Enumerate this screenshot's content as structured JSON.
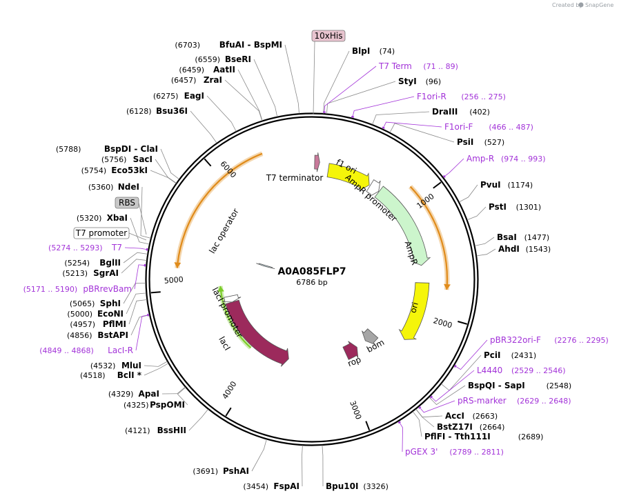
{
  "credit": {
    "text": "Created by",
    "brand": "SnapGene"
  },
  "plasmid": {
    "name": "A0A085FLP7",
    "size_text": "6786 bp",
    "length": 6786
  },
  "ticks": [
    {
      "bp": 1000,
      "label": "1000"
    },
    {
      "bp": 2000,
      "label": "2000"
    },
    {
      "bp": 3000,
      "label": "3000"
    },
    {
      "bp": 4000,
      "label": "4000"
    },
    {
      "bp": 5000,
      "label": "5000"
    },
    {
      "bp": 6000,
      "label": "6000"
    }
  ],
  "right_sites": [
    {
      "name": "BlpI",
      "pos": "(74)",
      "bp": 74
    },
    {
      "name": "StyI",
      "pos": "(96)",
      "bp": 96
    },
    {
      "name": "DraIII",
      "pos": "(402)",
      "bp": 402
    },
    {
      "name": "PsiI",
      "pos": "(527)",
      "bp": 527
    },
    {
      "name": "PvuI",
      "pos": "(1174)",
      "bp": 1174
    },
    {
      "name": "PstI",
      "pos": "(1301)",
      "bp": 1301
    },
    {
      "name": "BsaI",
      "pos": "(1477)",
      "bp": 1477
    },
    {
      "name": "AhdI",
      "pos": "(1543)",
      "bp": 1543
    },
    {
      "name": "PciI",
      "pos": "(2431)",
      "bp": 2431
    },
    {
      "name": "BspQI  -  SapI",
      "pos": "(2548)",
      "bp": 2548
    },
    {
      "name": "AccI",
      "pos": "(2663)",
      "bp": 2663
    },
    {
      "name": "BstZ17I",
      "pos": "(2664)",
      "bp": 2664
    },
    {
      "name": "PflFI  -  Tth111I",
      "pos": "(2689)",
      "bp": 2689
    },
    {
      "name": "Bpu10I",
      "pos": "(3326)",
      "bp": 3326
    }
  ],
  "left_sites": [
    {
      "name": "FspAI",
      "pos": "(3454)",
      "bp": 3454
    },
    {
      "name": "PshAI",
      "pos": "(3691)",
      "bp": 3691
    },
    {
      "name": "BssHII",
      "pos": "(4121)",
      "bp": 4121
    },
    {
      "name": "PspOMI",
      "pos": "(4325)",
      "bp": 4325
    },
    {
      "name": "ApaI",
      "pos": "(4329)",
      "bp": 4329
    },
    {
      "name": "BclI *",
      "pos": "(4518)",
      "bp": 4518
    },
    {
      "name": "MluI",
      "pos": "(4532)",
      "bp": 4532
    },
    {
      "name": "BstAPI",
      "pos": "(4856)",
      "bp": 4856
    },
    {
      "name": "PflMI",
      "pos": "(4957)",
      "bp": 4957
    },
    {
      "name": "EcoNI",
      "pos": "(5000)",
      "bp": 5000
    },
    {
      "name": "SphI",
      "pos": "(5065)",
      "bp": 5065
    },
    {
      "name": "SgrAI",
      "pos": "(5213)",
      "bp": 5213
    },
    {
      "name": "BglII",
      "pos": "(5254)",
      "bp": 5254
    },
    {
      "name": "XbaI",
      "pos": "(5320)",
      "bp": 5320
    },
    {
      "name": "NdeI",
      "pos": "(5360)",
      "bp": 5360
    },
    {
      "name": "Eco53kI",
      "pos": "(5754)",
      "bp": 5754
    },
    {
      "name": "SacI",
      "pos": "(5756)",
      "bp": 5756
    },
    {
      "name": "BspDI  -  ClaI",
      "pos": "(5788)",
      "bp": 5788
    },
    {
      "name": "Bsu36I",
      "pos": "(6128)",
      "bp": 6128
    },
    {
      "name": "EagI",
      "pos": "(6275)",
      "bp": 6275
    },
    {
      "name": "ZraI",
      "pos": "(6457)",
      "bp": 6457
    },
    {
      "name": "AatII",
      "pos": "(6459)",
      "bp": 6459
    },
    {
      "name": "BseRI",
      "pos": "(6559)",
      "bp": 6559
    },
    {
      "name": "BfuAI  -  BspMI",
      "pos": "(6703)",
      "bp": 6703
    }
  ],
  "primers_right": [
    {
      "name": "T7 Term",
      "pos": "(71 .. 89)",
      "bp": 80
    },
    {
      "name": "F1ori-R",
      "pos": "(256 .. 275)",
      "bp": 265
    },
    {
      "name": "F1ori-F",
      "pos": "(466 .. 487)",
      "bp": 476
    },
    {
      "name": "Amp-R",
      "pos": "(974 .. 993)",
      "bp": 983
    },
    {
      "name": "pBR322ori-F",
      "pos": "(2276 .. 2295)",
      "bp": 2285
    },
    {
      "name": "L4440",
      "pos": "(2529 .. 2546)",
      "bp": 2537
    },
    {
      "name": "pRS-marker",
      "pos": "(2629 .. 2648)",
      "bp": 2638
    },
    {
      "name": "pGEX 3'",
      "pos": "(2789 .. 2811)",
      "bp": 2800
    }
  ],
  "primers_left": [
    {
      "name": "T7",
      "pos": "(5274 .. 5293)",
      "bp": 5283
    },
    {
      "name": "pBRrevBam",
      "pos": "(5171 .. 5190)",
      "bp": 5180
    },
    {
      "name": "LacI-R",
      "pos": "(4849 .. 4868)",
      "bp": 4858
    }
  ],
  "tags": [
    {
      "name": "10xHis",
      "style": "his"
    },
    {
      "name": "RBS",
      "style": "rbs"
    },
    {
      "name": "T7 promoter",
      "style": "t7p"
    }
  ],
  "features": [
    {
      "name": "T7 terminator",
      "start": 25,
      "end": 72,
      "color": "#c8799a"
    },
    {
      "name": "f1 ori",
      "start": 160,
      "end": 590,
      "color": "#f5f50a"
    },
    {
      "name": "AmpR promoter",
      "start": 600,
      "end": 700,
      "color": "#ffffff"
    },
    {
      "name": "AmpR",
      "start": 705,
      "end": 1560,
      "color": "#ccf5cc"
    },
    {
      "name": "ori",
      "start": 1730,
      "end": 2320,
      "color": "#f5f50a"
    },
    {
      "name": "bom",
      "start": 2480,
      "end": 2620,
      "color": "#a6a6a6"
    },
    {
      "name": "rop",
      "start": 2760,
      "end": 2930,
      "color": "#9c2a5c"
    },
    {
      "name": "lacI",
      "start": 3700,
      "end": 4790,
      "color": "#9c2a5c"
    },
    {
      "name": "lacI promoter",
      "start": 4790,
      "end": 4870,
      "color": "#ffffff"
    },
    {
      "name": "lac operator",
      "start": 5380,
      "end": 5405,
      "color": "#cfe8f0"
    }
  ],
  "arcs": [
    {
      "name": "orf-outer-right",
      "start": 880,
      "end": 1780,
      "color": "#e08b1a"
    },
    {
      "name": "orf-outer-left",
      "start": 5180,
      "end": 6380,
      "color": "#e08b1a"
    },
    {
      "name": "orf-inner-left",
      "start": 4180,
      "end": 5010,
      "color": "#7ccc2a"
    }
  ],
  "colors": {
    "primer": "#a232d8",
    "backbone": "#000000",
    "leader": "#888888"
  }
}
